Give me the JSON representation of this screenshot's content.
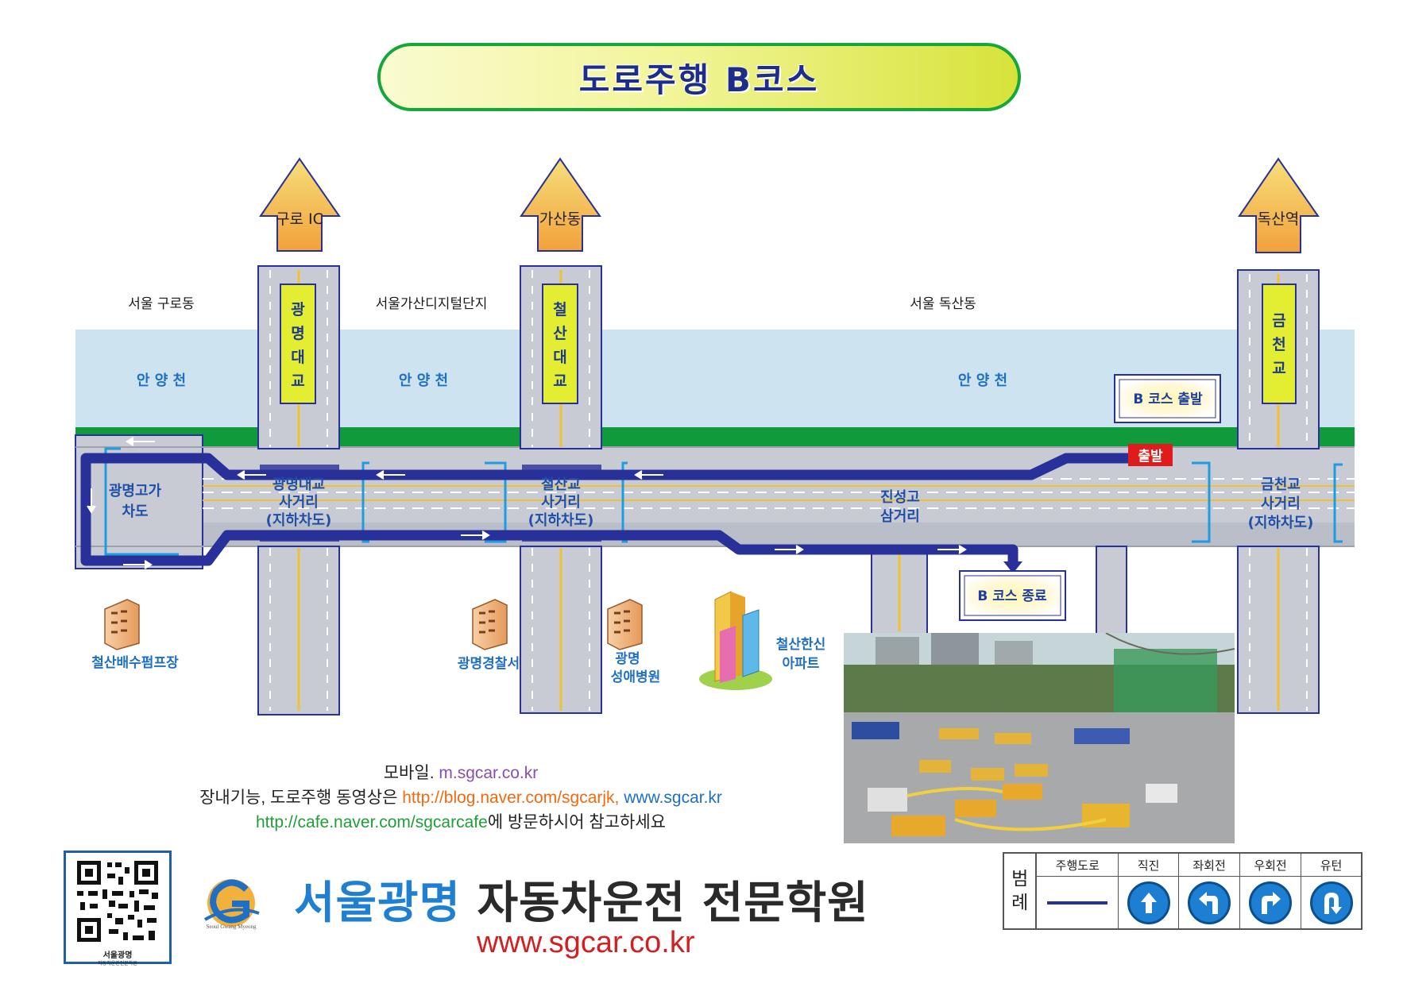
{
  "title": "도로주행 B코스",
  "areas": {
    "guro": "서울 구로동",
    "gasan": "서울가산디지털단지",
    "doksan": "서울 독산동"
  },
  "river": {
    "name": "안 양 천"
  },
  "direction_arrows": [
    "구로 IC",
    "가산동",
    "독산역"
  ],
  "bridges": {
    "gwangmyeong": [
      "광",
      "명",
      "대",
      "교"
    ],
    "cheolsan": [
      "철",
      "산",
      "대",
      "교"
    ],
    "geumcheon": [
      "금",
      "천",
      "교"
    ]
  },
  "intersections": {
    "overpass": [
      "광명고가",
      "차도"
    ],
    "gwangmyeong": [
      "광명대교",
      "사거리",
      "(지하차도)"
    ],
    "cheolsan": [
      "철산교",
      "사거리",
      "(지하차도)"
    ],
    "jinseong": [
      "진성고",
      "삼거리"
    ],
    "geumcheon": [
      "금천교",
      "사거리",
      "(지하차도)"
    ]
  },
  "course": {
    "start_box": "B 코스 출발",
    "end_box": "B 코스 종료",
    "start_marker": "출발"
  },
  "landmarks": {
    "pump": "철산배수펌프장",
    "police": "광명경찰서",
    "hospital": [
      "광명",
      "성애병원"
    ],
    "apartment": [
      "철산한신",
      "아파트"
    ]
  },
  "info": {
    "mobile_label": "모바일.",
    "mobile_url": "m.sgcar.co.kr",
    "video_label": "장내기능, 도로주행 동영상은",
    "blog_url": "http://blog.naver.com/sgcarjk,",
    "site_url_blue": "www.sgcar.kr",
    "cafe_url": "http://cafe.naver.com/sgcarcafe",
    "cafe_suffix": "에 방문하시어 참고하세요"
  },
  "qr": {
    "caption": "서울광명",
    "subcaption": "자동차운전전문학원"
  },
  "logo": {
    "caption": "Seoul Gwang Myeong"
  },
  "school": {
    "name_part1": "서울광명",
    "name_part2": "자동차운전 전문학원",
    "url": "www.sgcar.co.kr"
  },
  "legend": {
    "title": [
      "범",
      "례"
    ],
    "columns": [
      "주행도로",
      "직진",
      "좌회전",
      "우회전",
      "유턴"
    ],
    "icons": [
      "straight-arrow-icon",
      "left-turn-icon",
      "right-turn-icon",
      "u-turn-icon"
    ]
  },
  "colors": {
    "route": "#28309a",
    "river": "#cde3ef",
    "road": "#c8cbd3",
    "grass": "#109a3c",
    "bridge_sign": "#e3ee32",
    "title_border": "#14a83b",
    "accent_blue": "#1f7fd0",
    "start_red": "#e01b1b"
  }
}
